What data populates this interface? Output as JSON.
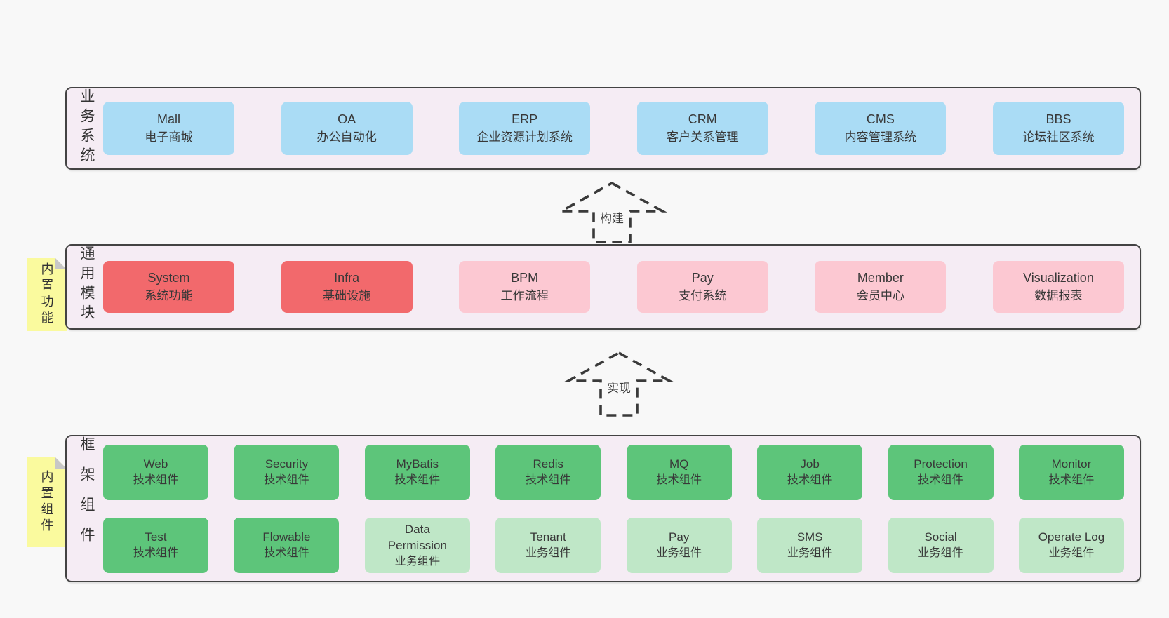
{
  "palette": {
    "page_bg": "#f8f8f8",
    "container_bg": "#f5ecf4",
    "container_border": "#434343",
    "box_blue": "#aadcf5",
    "box_red": "#f2696c",
    "box_pink": "#fcc8d2",
    "box_green": "#5dc57a",
    "box_green_light": "#bfe7c7",
    "note_yellow": "#fafa9e",
    "text": "#3a3a3a"
  },
  "arrows": [
    {
      "label": "构建"
    },
    {
      "label": "实现"
    }
  ],
  "layers": [
    {
      "label": "业务系统",
      "rows": [
        [
          {
            "name": "Mall",
            "desc": "电子商城"
          },
          {
            "name": "OA",
            "desc": "办公自动化"
          },
          {
            "name": "ERP",
            "desc": "企业资源计划系统"
          },
          {
            "name": "CRM",
            "desc": "客户关系管理"
          },
          {
            "name": "CMS",
            "desc": "内容管理系统"
          },
          {
            "name": "BBS",
            "desc": "论坛社区系统"
          }
        ]
      ]
    },
    {
      "label": "通用模块",
      "note": "内置功能",
      "rows": [
        [
          {
            "name": "System",
            "desc": "系统功能"
          },
          {
            "name": "Infra",
            "desc": "基础设施"
          },
          {
            "name": "BPM",
            "desc": "工作流程"
          },
          {
            "name": "Pay",
            "desc": "支付系统"
          },
          {
            "name": "Member",
            "desc": "会员中心"
          },
          {
            "name": "Visualization",
            "desc": "数据报表"
          }
        ]
      ]
    },
    {
      "label": "框架组件",
      "note": "内置组件",
      "rows": [
        [
          {
            "name": "Web",
            "desc": "技术组件"
          },
          {
            "name": "Security",
            "desc": "技术组件"
          },
          {
            "name": "MyBatis",
            "desc": "技术组件"
          },
          {
            "name": "Redis",
            "desc": "技术组件"
          },
          {
            "name": "MQ",
            "desc": "技术组件"
          },
          {
            "name": "Job",
            "desc": "技术组件"
          },
          {
            "name": "Protection",
            "desc": "技术组件"
          },
          {
            "name": "Monitor",
            "desc": "技术组件"
          }
        ],
        [
          {
            "name": "Test",
            "desc": "技术组件"
          },
          {
            "name": "Flowable",
            "desc": "技术组件"
          },
          {
            "name": "Data Permission",
            "desc": "业务组件"
          },
          {
            "name": "Tenant",
            "desc": "业务组件"
          },
          {
            "name": "Pay",
            "desc": "业务组件"
          },
          {
            "name": "SMS",
            "desc": "业务组件"
          },
          {
            "name": "Social",
            "desc": "业务组件"
          },
          {
            "name": "Operate Log",
            "desc": "业务组件"
          }
        ]
      ]
    }
  ]
}
